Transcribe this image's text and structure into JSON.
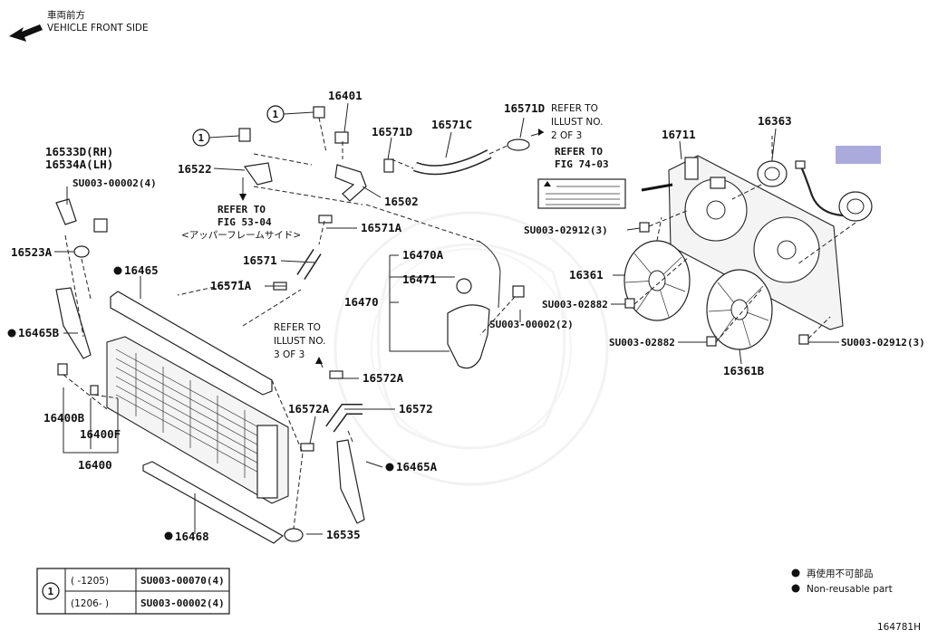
{
  "header": {
    "jp": "車両前方",
    "en": "VEHICLE FRONT SIDE"
  },
  "labels": {
    "p16401": "16401",
    "p16571D_a": "16571D",
    "p16571C": "16571C",
    "p16571D_b": "16571D",
    "p16533D": "16533D(RH)",
    "p16534A": "16534A(LH)",
    "p16522": "16522",
    "p16502": "16502",
    "p16571A_a": "16571A",
    "p16470A": "16470A",
    "p16523A": "16523A",
    "p16465": "16465",
    "p16571": "16571",
    "p16471": "16471",
    "p16571A_b": "16571A",
    "p16470": "16470",
    "p16465B": "16465B",
    "p16572A_a": "16572A",
    "p16572A_b": "16572A",
    "p16572": "16572",
    "p16400B": "16400B",
    "p16400F": "16400F",
    "p16400": "16400",
    "p16465A": "16465A",
    "p16468": "16468",
    "p16535": "16535",
    "p16711": "16711",
    "p16363": "16363",
    "p16361": "16361",
    "p16361B": "16361B",
    "su_00002_4": "SU003-00002(4)",
    "su_00002_2": "SU003-00002(2)",
    "su_02912_a": "SU003-02912(3)",
    "su_02882_a": "SU003-02882",
    "su_02882_b": "SU003-02882",
    "su_02912_b": "SU003-02912(3)"
  },
  "refs": {
    "fig5304_l1": "REFER TO",
    "fig5304_l2": "FIG 53-04",
    "fig5304_l3": "<アッパーフレームサイド>",
    "illust2_l1": "REFER TO",
    "illust2_l2": "ILLUST NO.",
    "illust2_l3": "2 OF 3",
    "fig7403_l1": "REFER TO",
    "fig7403_l2": "FIG 74-03",
    "illust3_l1": "REFER TO",
    "illust3_l2": "ILLUST NO.",
    "illust3_l3": "3 OF 3"
  },
  "callout_symbol": "1",
  "callout_table": {
    "rows": [
      {
        "range": "(   -1205)",
        "part": "SU003-00070(4)"
      },
      {
        "range": "(1206-   )",
        "part": "SU003-00002(4)"
      }
    ]
  },
  "legend": {
    "jp": "再使用不可部品",
    "en": "Non-reusable part"
  },
  "figure_id": "164781H",
  "colors": {
    "highlight": "#aaaadd",
    "line": "#222222",
    "watermark": "#e6e6e6"
  }
}
